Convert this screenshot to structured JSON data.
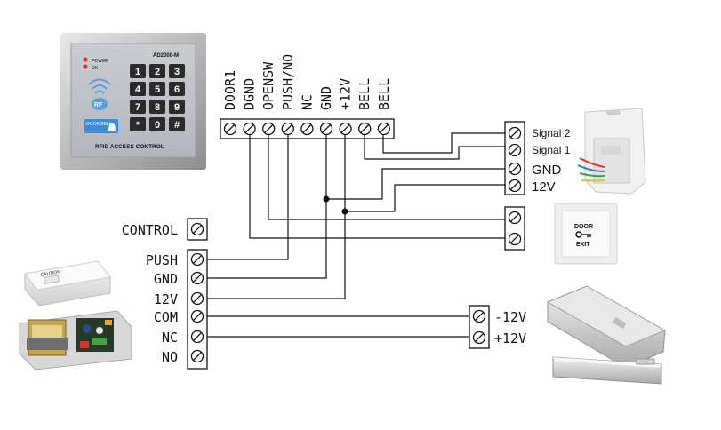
{
  "keypad": {
    "model": "AD2000-M",
    "power": "POWER",
    "ok": "OK",
    "rf": "RF",
    "doorbell": "DOOR BELL",
    "footer": "RFID ACCESS CONTROL",
    "keys": [
      "1",
      "2",
      "3",
      "4",
      "5",
      "6",
      "7",
      "8",
      "9",
      "*",
      "0",
      "#"
    ]
  },
  "top_terminals": [
    "DOOR1",
    "DGND",
    "OPENSW",
    "PUSH/NO",
    "NC",
    "GND",
    "+12V",
    "BELL",
    "BELL"
  ],
  "doorbell_terminals": [
    "Signal 2",
    "Signal 1",
    "GND",
    "12V"
  ],
  "exit_button": {
    "line1": "DOOR",
    "line2": "EXIT"
  },
  "power_supply_terminals": [
    "CONTROL",
    "PUSH",
    "GND",
    "12V",
    "COM",
    "NC",
    "NO"
  ],
  "lock_terminals": [
    "-12V",
    "+12V"
  ],
  "power_supply_box_text": "CAUTION"
}
